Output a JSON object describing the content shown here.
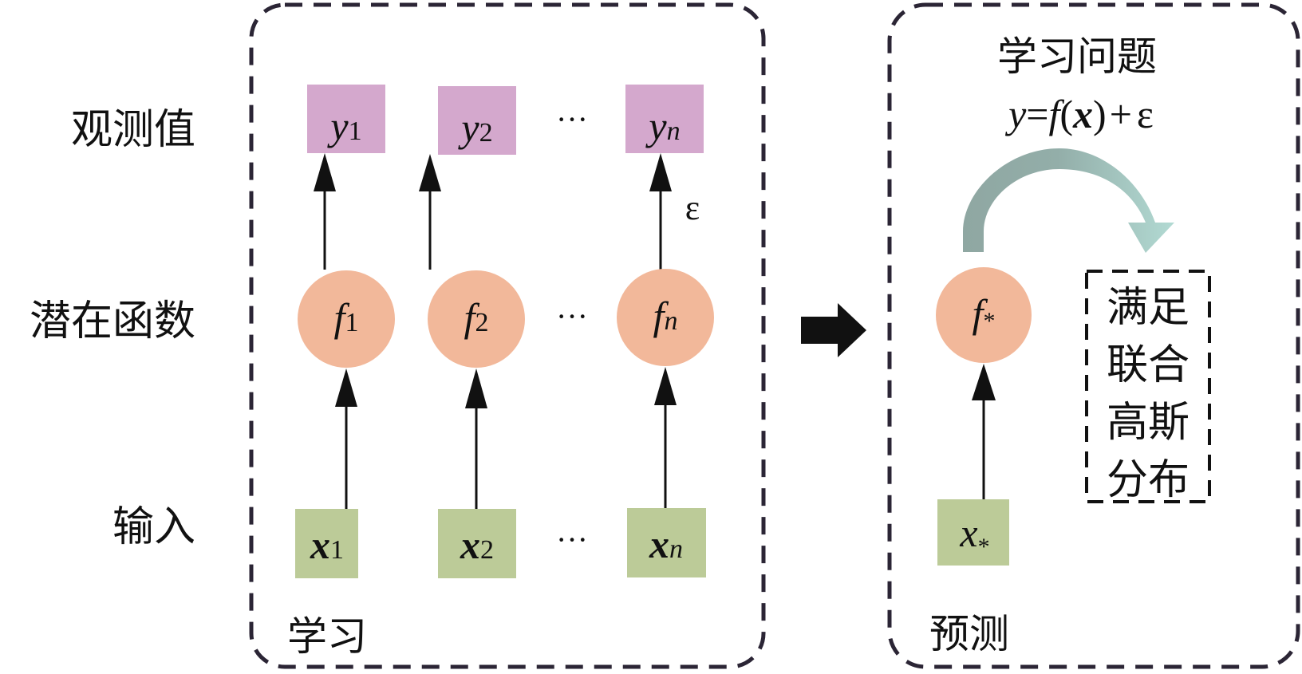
{
  "row_labels": {
    "observations": "观测值",
    "latent": "潜在函数",
    "input": "输入"
  },
  "learning_panel": {
    "label": "学习",
    "observations": [
      {
        "base": "y",
        "sub": "1"
      },
      {
        "base": "y",
        "sub": "2"
      },
      {
        "base": "y",
        "sub": "n"
      }
    ],
    "latents": [
      {
        "base": "f",
        "sub": "1"
      },
      {
        "base": "f",
        "sub": "2"
      },
      {
        "base": "f",
        "sub": "n"
      }
    ],
    "inputs": [
      {
        "base": "x",
        "sub": "1"
      },
      {
        "base": "x",
        "sub": "2"
      },
      {
        "base": "x",
        "sub": "n"
      }
    ],
    "ellipsis": "···",
    "noise_label": "ε"
  },
  "prediction_panel": {
    "label": "预测",
    "problem_title": "学习问题",
    "equation": {
      "y": "y",
      "eq": "=",
      "f": "f",
      "lp": "(",
      "x": "x",
      "rp": ")",
      "plus": "+",
      "eps": "ε"
    },
    "latent": {
      "base": "f",
      "sub": "*"
    },
    "input": {
      "base": "x",
      "sub": "*"
    },
    "condition_lines": [
      "满足",
      "联合",
      "高斯",
      "分布"
    ]
  },
  "colors": {
    "observation_fill": "#D4A8CD",
    "latent_fill": "#F2B89A",
    "input_fill": "#BCCB98",
    "panel_border": "#2B2535",
    "curve_dark": "#8FA7A2",
    "curve_light": "#AFD6CF"
  }
}
